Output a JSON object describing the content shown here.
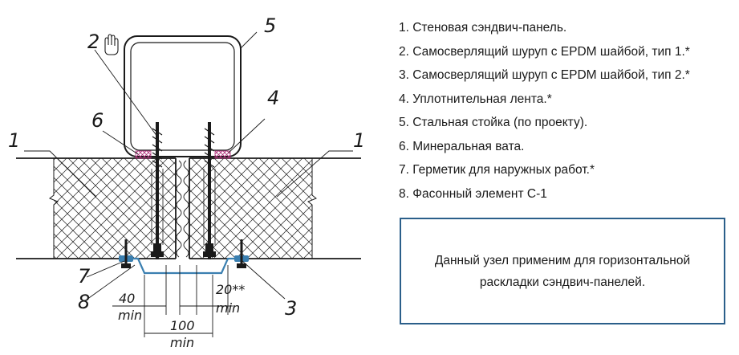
{
  "drawing": {
    "callouts": {
      "c1_left": "1",
      "c1_right": "1",
      "c2": "2",
      "c3": "3",
      "c4": "4",
      "c5": "5",
      "c6": "6",
      "c7": "7",
      "c8": "8"
    },
    "dimensions": {
      "d40": "40",
      "d100": "100",
      "d20": "20**",
      "min_left": "min",
      "min_center": "min",
      "min_right": "min"
    }
  },
  "legend": [
    "1. Стеновая сэндвич-панель.",
    "2. Самосверлящий шуруп с EPDM шайбой, тип 1.*",
    "3. Самосверлящий шуруп с EPDM шайбой, тип 2.*",
    "4. Уплотнительная лента.*",
    "5. Стальная стойка (по проекту).",
    "6. Минеральная вата.",
    "7. Герметик для наружных работ.*",
    "8. Фасонный элемент С-1"
  ],
  "note": {
    "text": "Данный узел применим для горизонтальной раскладки сэндвич-панелей."
  },
  "colors": {
    "line": "#1a1a1a",
    "sealant": "#3a7fb0",
    "sealing_tape": "#b0307a",
    "note_border": "#2b5f8a"
  }
}
